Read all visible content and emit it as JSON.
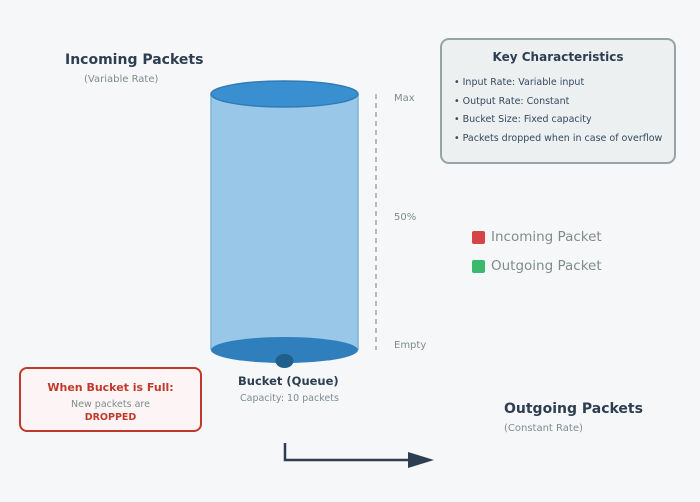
{
  "incoming": {
    "title": "Incoming Packets",
    "subtitle": "(Variable Rate)"
  },
  "outgoing": {
    "title": "Outgoing Packets",
    "subtitle": "(Constant Rate)"
  },
  "scale": {
    "max": "Max",
    "mid": "50%",
    "empty": "Empty"
  },
  "key": {
    "title": "Key Characteristics",
    "items": [
      "• Input Rate: Variable input",
      "• Output Rate: Constant",
      "• Bucket Size: Fixed capacity",
      "• Packets dropped when in case of overflow"
    ]
  },
  "legend": [
    {
      "label": "Incoming Packet",
      "color": "#d64545"
    },
    {
      "label": "Outgoing Packet",
      "color": "#3cb96a"
    }
  ],
  "full_box": {
    "title": "When Bucket is Full:",
    "line1": "New packets are",
    "line2": "DROPPED"
  },
  "bucket": {
    "title": "Bucket (Queue)",
    "subtitle": "Capacity: 10 packets"
  },
  "colors": {
    "bucket_body": "#99c7e8",
    "bucket_rim": "#3a8fd0",
    "outlet": "#1f5f8b",
    "arrow": "#2c3e50"
  }
}
